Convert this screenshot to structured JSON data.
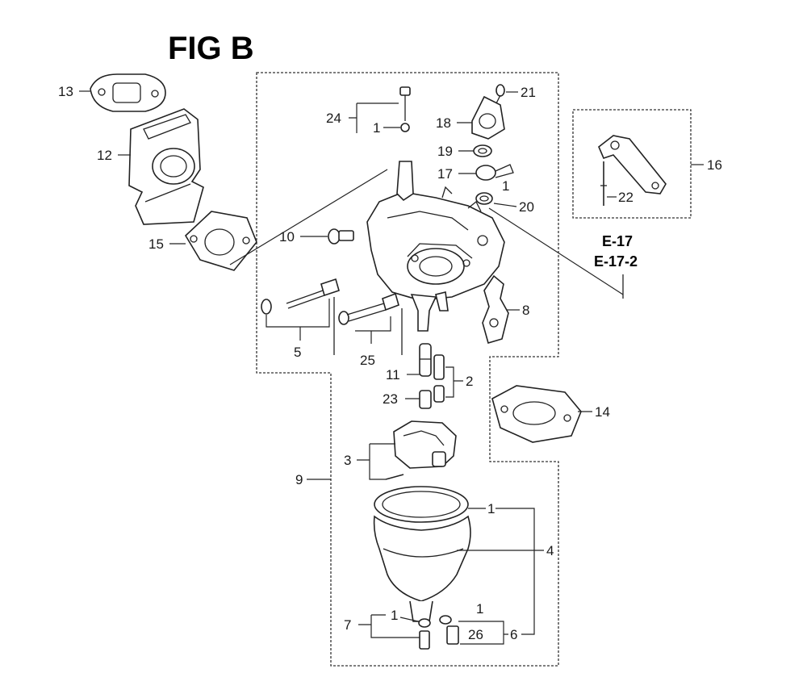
{
  "figure": {
    "title": "FIG B"
  },
  "reference": {
    "line1": "E-17",
    "line2": "E-17-2"
  },
  "labels": {
    "p13": "13",
    "p12": "12",
    "p15": "15",
    "p24": "24",
    "p1a": "1",
    "p18": "18",
    "p21": "21",
    "p19": "19",
    "p17": "17",
    "p1b": "1",
    "p20": "20",
    "p10": "10",
    "p8": "8",
    "p5": "5",
    "p25": "25",
    "p11": "11",
    "p2": "2",
    "p23": "23",
    "p16": "16",
    "p22": "22",
    "p14": "14",
    "p3": "3",
    "p9": "9",
    "p1c": "1",
    "p4": "4",
    "p7": "7",
    "p1d": "1",
    "p1e": "1",
    "p26": "26",
    "p6": "6"
  }
}
